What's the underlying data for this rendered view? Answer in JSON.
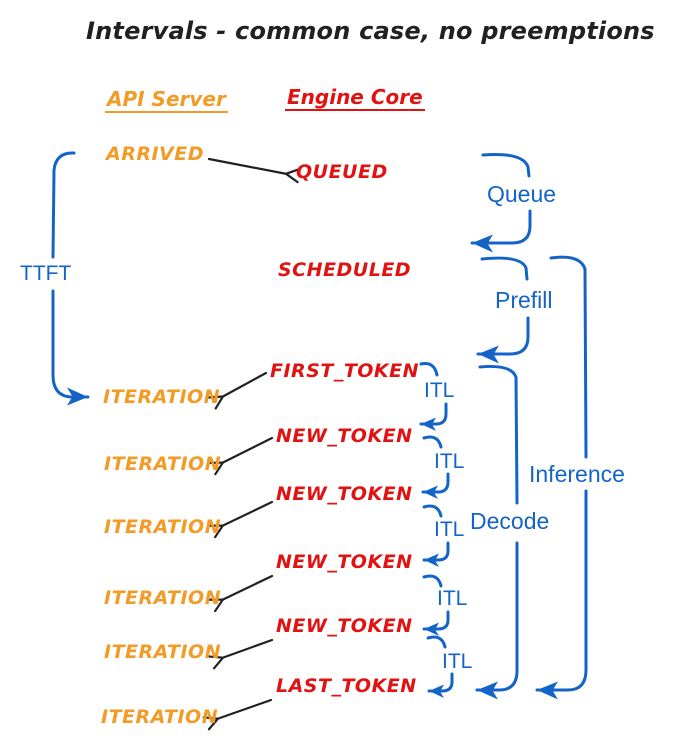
{
  "title": "Intervals - common case, no preemptions",
  "columns": {
    "api_server": "API Server",
    "engine_core": "Engine Core"
  },
  "api_events": {
    "arrived": "ARRIVED",
    "iterations": [
      "ITERATION",
      "ITERATION",
      "ITERATION",
      "ITERATION",
      "ITERATION",
      "ITERATION"
    ]
  },
  "engine_events": {
    "queued": "QUEUED",
    "scheduled": "SCHEDULED",
    "tokens": [
      "FIRST_TOKEN",
      "NEW_TOKEN",
      "NEW_TOKEN",
      "NEW_TOKEN",
      "NEW_TOKEN",
      "LAST_TOKEN"
    ]
  },
  "intervals": {
    "ttft": "TTFT",
    "queue": "Queue",
    "prefill": "Prefill",
    "decode": "Decode",
    "inference": "Inference",
    "itl": [
      "ITL",
      "ITL",
      "ITL",
      "ITL",
      "ITL"
    ]
  },
  "colors": {
    "blue": "#1464c8",
    "orange": "#f29b27",
    "red": "#e01212",
    "ink": "#212121"
  }
}
